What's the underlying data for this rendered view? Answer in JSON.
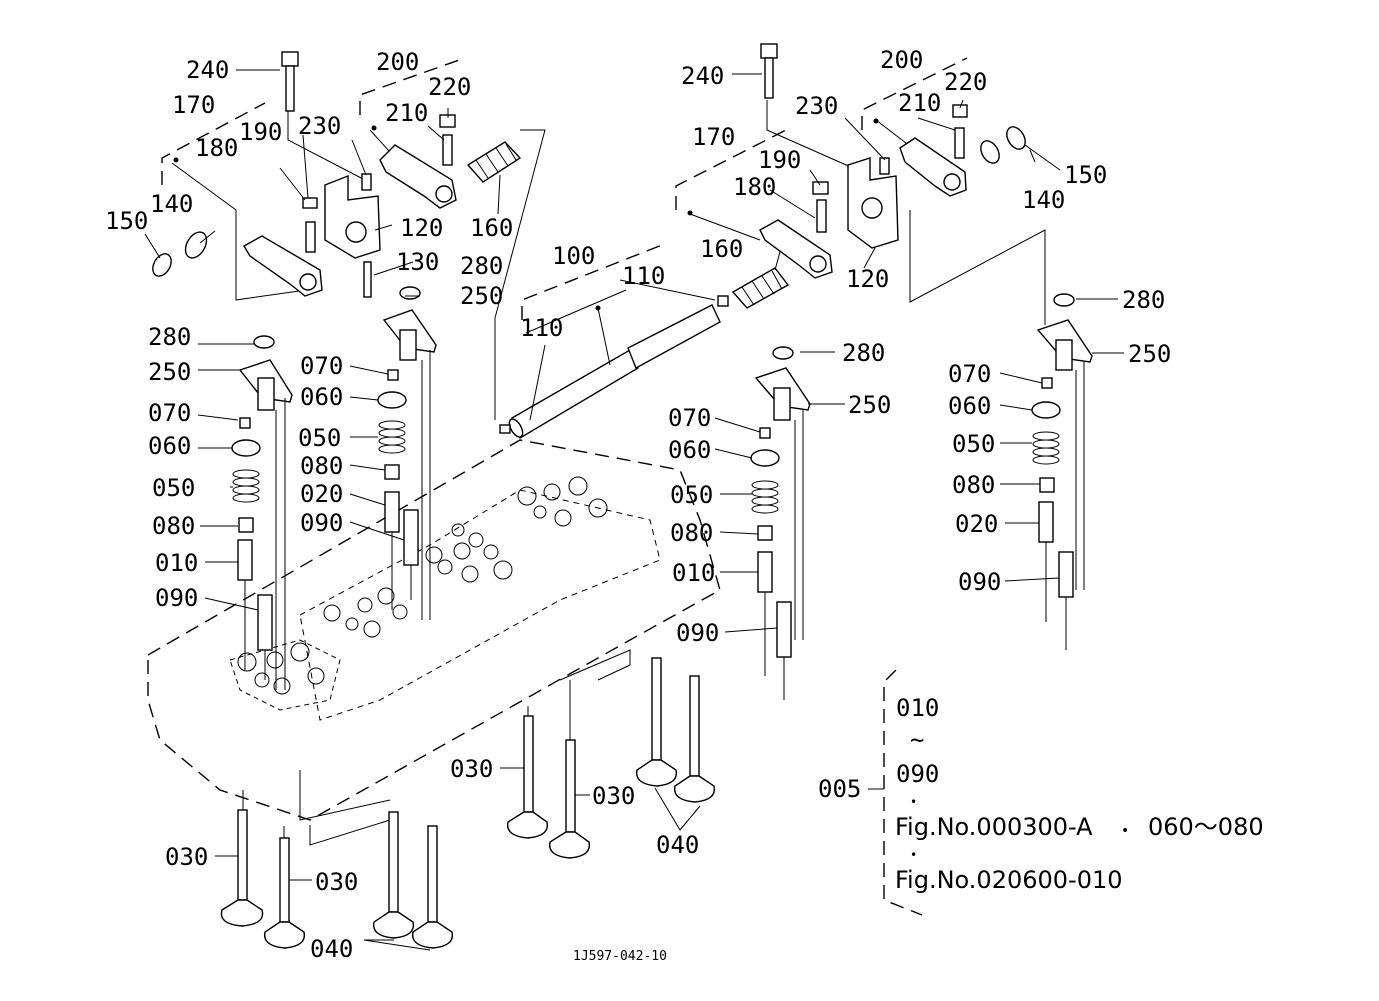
{
  "drawing_id": "1J597-042-10",
  "callouts": {
    "c240a": "240",
    "c200a": "200",
    "c220a": "220",
    "c170a": "170",
    "c210a": "210",
    "c230a": "230",
    "c180a": "180",
    "c190a": "190",
    "c140a": "140",
    "c150a": "150",
    "c120a": "120",
    "c160a": "160",
    "c130": "130",
    "c280a": "280",
    "c250a": "250",
    "c280b": "280",
    "c250b": "250",
    "c070a": "070",
    "c060a": "060",
    "c050a": "050",
    "c080a": "080",
    "c010a": "010",
    "c090a": "090",
    "c070b": "070",
    "c060b": "060",
    "c050b": "050",
    "c080b": "080",
    "c020a": "020",
    "c090b": "090",
    "c100": "100",
    "c110a": "110",
    "c110b": "110",
    "c240b": "240",
    "c200b": "200",
    "c220b": "220",
    "c230b": "230",
    "c210b": "210",
    "c170b": "170",
    "c190b": "190",
    "c180b": "180",
    "c160b": "160",
    "c120b": "120",
    "c150b": "150",
    "c140b": "140",
    "c280c": "280",
    "c250c": "250",
    "c280d": "280",
    "c250d": "250",
    "c070c": "070",
    "c060c": "060",
    "c050c": "050",
    "c080c": "080",
    "c010b": "010",
    "c090c": "090",
    "c070d": "070",
    "c060d": "060",
    "c050d": "050",
    "c080d": "080",
    "c020b": "020",
    "c090d": "090",
    "c030a": "030",
    "c030b": "030",
    "c030c": "030",
    "c030d": "030",
    "c040a": "040",
    "c040b": "040"
  },
  "note": {
    "range_start": "010",
    "range_sep": "~",
    "range_end": "090",
    "assembly": "005",
    "dot1": "•",
    "ref1": "Fig.No.000300-A",
    "ref1_sep": "•",
    "ref1_range": "060～080",
    "dot2": "•",
    "ref2": "Fig.No.020600-010"
  }
}
